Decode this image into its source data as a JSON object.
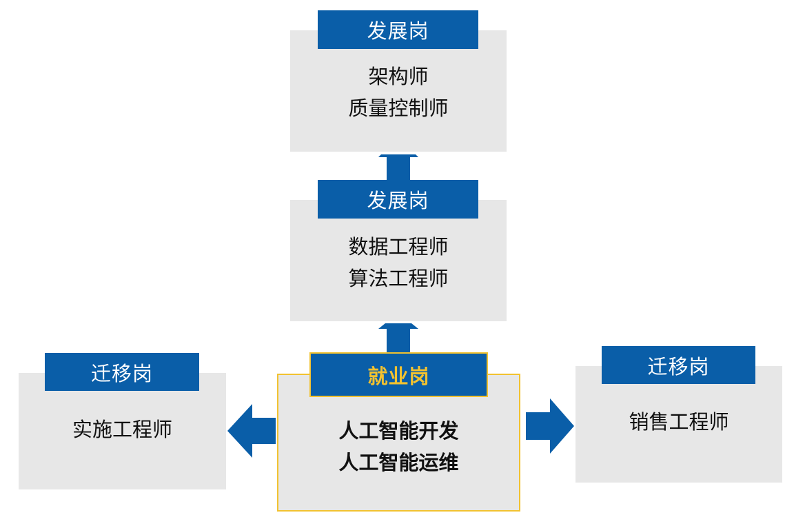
{
  "nodes": {
    "top": {
      "header": "发展岗",
      "items": [
        "架构师",
        "质量控制师"
      ]
    },
    "middle": {
      "header": "发展岗",
      "items": [
        "数据工程师",
        "算法工程师"
      ]
    },
    "main": {
      "header": "就业岗",
      "items": [
        "人工智能开发",
        "人工智能运维"
      ]
    },
    "left": {
      "header": "迁移岗",
      "items": [
        "实施工程师"
      ]
    },
    "right": {
      "header": "迁移岗",
      "items": [
        "销售工程师"
      ]
    }
  },
  "colors": {
    "header_blue": "#0a5ea8",
    "box_gray": "#e7e7e7",
    "highlight_yellow": "#f2c230",
    "arrow_blue": "#0a5ea8"
  }
}
